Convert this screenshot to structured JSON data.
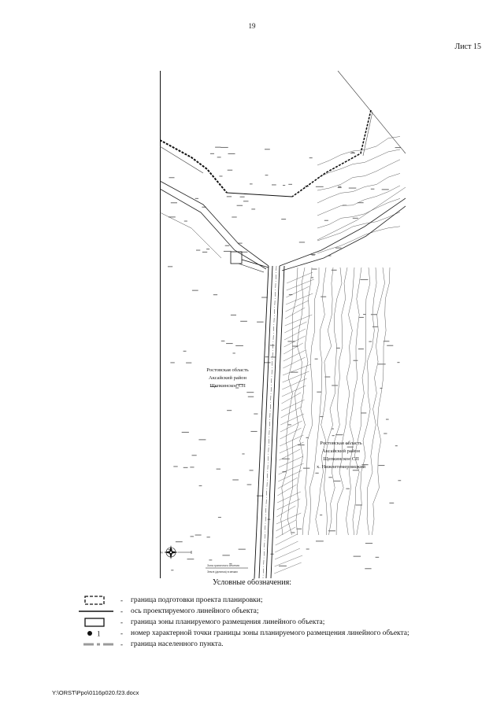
{
  "page": {
    "number": "19",
    "sheet": "Лист 15",
    "footer_path": "Y:\\ORST\\Ppo\\0116p020.f23.docx"
  },
  "map": {
    "region_left": [
      "Ростовская область",
      "Аксайский район",
      "Щепкинское СП"
    ],
    "region_right": [
      "Ростовская область",
      "Аксайский район",
      "Щепкинское СП",
      "х. Нижнетемерницкий"
    ],
    "compass_north": "N",
    "scale_text": [
      "Зона граничного сечения",
      "Землі (ділянка) в межах"
    ]
  },
  "legend": {
    "title": "Условные обозначения:",
    "items": [
      {
        "symbol": "dashed-rect-icon",
        "dash": "-",
        "text": "граница подготовки проекта планировки;"
      },
      {
        "symbol": "axis-line-icon",
        "dash": "-",
        "text": "ось проектируемого линейного объекта;"
      },
      {
        "symbol": "solid-rect-icon",
        "dash": "-",
        "text": "граница зоны планируемого размещения линейного объекта;"
      },
      {
        "symbol": "point-icon",
        "symbol_label": "1",
        "dash": "-",
        "text": "номер характерной точки границы зоны планируемого размещения линейного объекта;"
      },
      {
        "symbol": "settlement-boundary-icon",
        "dash": "-",
        "text": "граница населенного пункта."
      }
    ]
  },
  "colors": {
    "ink": "#111111",
    "settlement_boundary": "#9a9a9a"
  }
}
